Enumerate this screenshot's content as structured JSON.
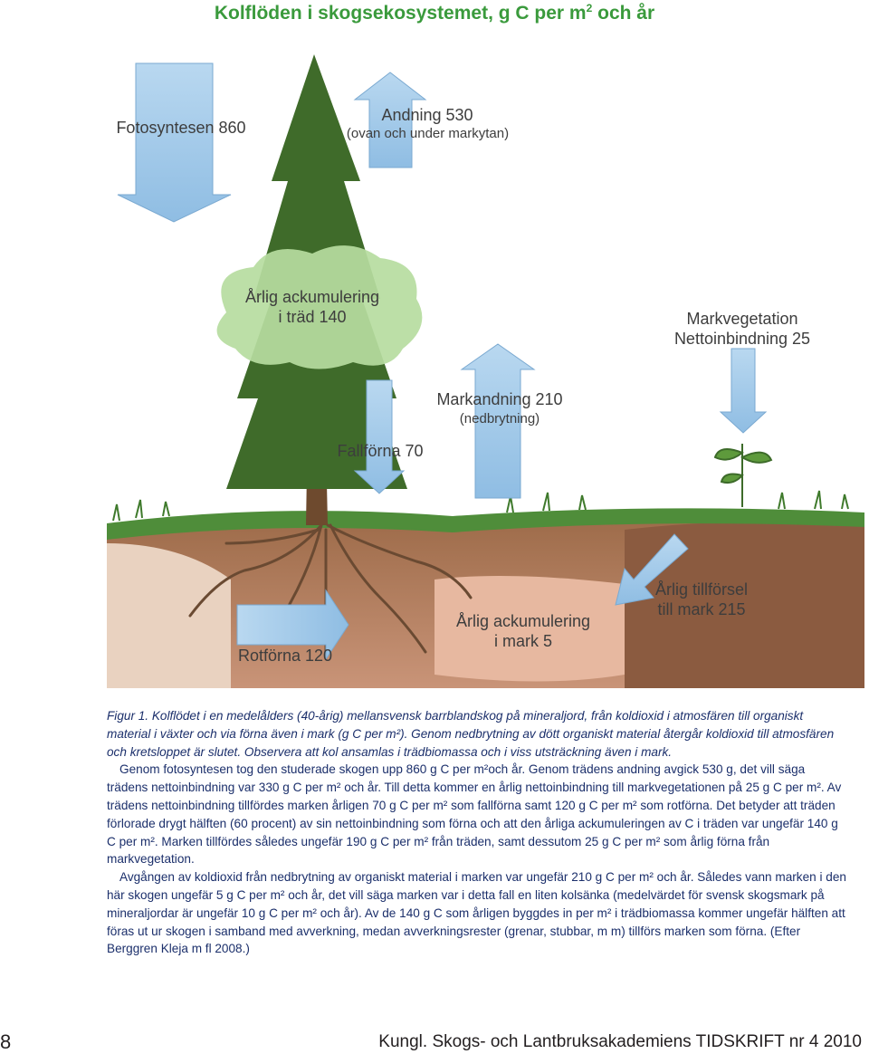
{
  "title": "Kolflöden i skogsekosystemet, g C per m",
  "title_sup": "2",
  "title_tail": " och år",
  "labels": {
    "fotosyntesen": "Fotosyntesen 860",
    "andning": "Andning 530",
    "andning_sub": "(ovan och under markytan)",
    "ackumulering_trad_1": "Årlig ackumulering",
    "ackumulering_trad_2": "i träd 140",
    "markvegetation_1": "Markvegetation",
    "markvegetation_2": "Nettoinbindning 25",
    "markandning": "Markandning 210",
    "markandning_sub": "(nedbrytning)",
    "fallforna": "Fallförna 70",
    "rotforna": "Rotförna 120",
    "ackumulering_mark_1": "Årlig ackumulering",
    "ackumulering_mark_2": "i mark 5",
    "tillforsel_1": "Årlig tillförsel",
    "tillforsel_2": "till mark 215"
  },
  "caption": {
    "p1": "Figur 1. Kolflödet i en medelålders (40-årig) mellansvensk barrblandskog på mineraljord, från koldioxid i atmosfären till organiskt material i växter och via förna även i mark (g C per m²). Genom nedbrytning av dött organiskt material återgår koldioxid till atmosfären och kretsloppet är slutet. Observera att kol ansamlas i trädbiomassa och i viss utsträckning även i mark.",
    "p2": "Genom fotosyntesen tog den studerade skogen upp 860 g C per m²och år. Genom trädens andning avgick 530 g, det vill säga trädens nettoinbindning var 330 g C per m² och år. Till detta kommer en årlig nettoinbindning till markvegetationen på 25 g C per m². Av trädens nettoinbindning tillfördes marken årligen 70 g C per m² som fallförna samt 120 g C per m² som rotförna. Det betyder att träden förlorade drygt hälften (60 procent) av sin nettoinbindning som förna och att den årliga ackumuleringen av C i träden var ungefär 140 g C per m². Marken tillfördes således ungefär 190 g C per m² från träden, samt dessutom 25 g C per m² som årlig förna från markvegetation.",
    "p3": "Avgången av koldioxid från nedbrytning av organiskt material i marken var ungefär 210 g C per m² och år. Således vann marken i den här skogen ungefär 5 g C per m² och år, det vill säga marken var i detta fall en liten kolsänka (medelvärdet för svensk skogsmark på mineraljordar är ungefär 10 g C per m² och år). Av de 140 g C som årligen byggdes in per m² i trädbiomassa kommer ungefär hälften att föras ut ur skogen i samband med avverkning, medan avverkningsrester (grenar, stubbar, m m) tillförs marken som förna. (Efter Berggren Kleja m fl 2008.)"
  },
  "footer": {
    "page_number": "8",
    "journal": "Kungl. Skogs- och Lantbruksakademiens TIDSKRIFT nr 4  2010"
  },
  "colors": {
    "title": "#3a9a3c",
    "caption": "#1b2f6b",
    "arrow_fill": "#a9cdea",
    "cloud_fill": "#b6dca0",
    "soil_dark": "#8a5a3e",
    "soil_pink": "#e6b59d"
  }
}
